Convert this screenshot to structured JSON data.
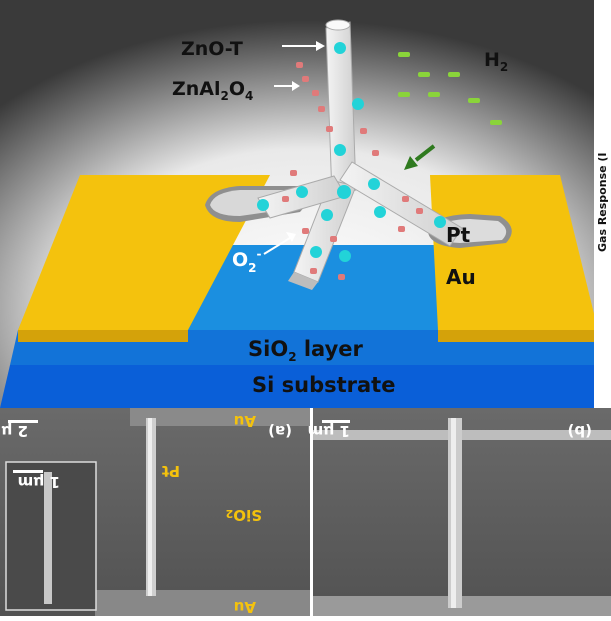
{
  "schematic": {
    "tetrapod_label": "ZnO-T",
    "coating_label_main": "ZnAl",
    "coating_label_sub1": "2",
    "coating_label_o": "O",
    "coating_label_sub2": "4",
    "gas_label_main": "H",
    "gas_label_sub": "2",
    "oxygen_label_main": "O",
    "oxygen_label_sub": "2",
    "oxygen_label_sup": "-",
    "pt_label": "Pt",
    "au_label": "Au",
    "sio2_label_main": "SiO",
    "sio2_label_sub": "2",
    "sio2_label_rest": " layer",
    "si_label": "Si substrate",
    "side_axis_label": "Gas Response (I",
    "colors": {
      "substrate": "#0a5fd8",
      "oxide": "#1b8fe0",
      "gold": "#f4c20d",
      "nanoparticle": "#22d3d8",
      "gas": "#8ad43a"
    }
  },
  "sem_panels": [
    {
      "panel_letter": "(a)",
      "scale_label": "2 μm",
      "inset_scale_label": "1 μm",
      "au_top": "Au",
      "au_bottom": "Au",
      "pt_label": "Pt",
      "sio2_label": "SiO",
      "sio2_sub": "2"
    },
    {
      "panel_letter": "(b)",
      "scale_label": "1 μm"
    }
  ]
}
